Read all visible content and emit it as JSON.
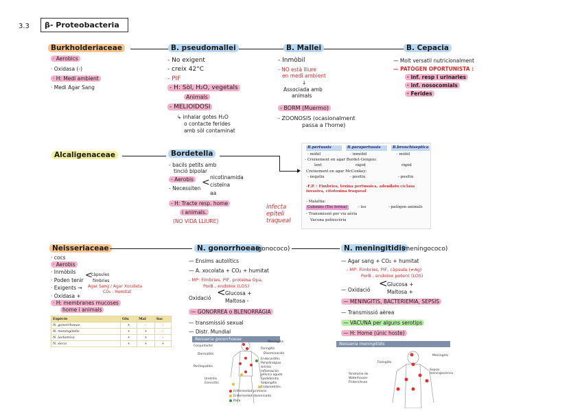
{
  "section_number": "3.3",
  "section_title": "β- Proteobacteria",
  "burk": {
    "title": "Burkholderiaceae",
    "items": [
      "· Aerobics",
      "· Oxidasa (-)",
      "· H: Medi ambient",
      "· Medi Agar Sang"
    ]
  },
  "pseudo": {
    "title": "B. pseudomallei",
    "items": [
      "- No exigent",
      "- creix 42°C",
      "- PIF",
      "- H: Sòl, H₂O, vegetals",
      "Animals",
      "- MELIOIDOSI",
      "↳ inhalar gotes H₂O",
      "o contacte ferides",
      "amb sòl contaminat"
    ]
  },
  "mallei": {
    "title": "B. Mallei",
    "items": [
      "- Inmòbil",
      "- NO està lliure",
      "en medi ambient",
      "↓",
      "Associada amb",
      "animals",
      "- BORM (Muermo)",
      "- ZOONOSIS (ocasionalment",
      "passa a l'home)"
    ]
  },
  "cepacia": {
    "title": "B. Cepacia",
    "items": [
      "— Molt versatil nutricionalment",
      "— PATÒGEN OPORTUNISTA :",
      "· inf. resp i urinaries",
      "· inf. nosocomials",
      "· Ferides"
    ]
  },
  "alcal": {
    "title": "Alcaligenaceae"
  },
  "bordetella": {
    "title": "Bordetella",
    "items": [
      "- bacils petits amb",
      "tinció bipolar",
      "- Aerobis",
      "nicotinamida",
      "- Necessiten",
      "cisteïna",
      "aa",
      "- H: Tracte resp. home",
      "i animals.",
      "(NO VIDA LLIURE)"
    ]
  },
  "infecta": "infecta epiteli traqueal",
  "bord_table": {
    "headers": [
      "B.pertussis",
      "B.parapertussis",
      "B.bronchiseptica"
    ],
    "rows": [
      [
        "- mòbil",
        "- inmòbil",
        "- mòbil"
      ],
      [
        "- Creixement en agar Bordet-Gengou:",
        "",
        ""
      ],
      [
        "lent",
        "ràpid",
        "ràpid"
      ],
      [
        "Creixement en agar McConkey:",
        "",
        ""
      ],
      [
        "- negatiu",
        "- positiu",
        "- positiu"
      ]
    ],
    "fp": "-F.P. : Fimbries, toxina pertussica, adenilato ciclasa invasiva, citotoxina traqueal",
    "malaltia": "- Malaltia:",
    "colonies": "Colonies (Tos ferina)",
    "les": "- les",
    "patogen_animals": "- patògen animals",
    "transmissio": "- Transmissió per via aèria",
    "vacuna": "Vacuna poliescèria"
  },
  "neis": {
    "title": "Neisseriaceae",
    "items": [
      "· cocs",
      "· Aerobis",
      "· Inmòbils",
      "· Poden tenir",
      "càpsules",
      "fímbries",
      "· Exigents →",
      "Agar Sang / Agar Xocolata",
      "CO₂ : Humitat",
      "· Oxidasa +",
      "· H: membranes mucoses",
      "home i animals"
    ]
  },
  "neis_table": {
    "headers": [
      "Espècie",
      "Glu",
      "Mal",
      "Sac"
    ],
    "rows": [
      [
        "N. gonorrhoeae",
        "+",
        "-",
        "-"
      ],
      [
        "N. meningitidis",
        "+",
        "+",
        "-"
      ],
      [
        "N. lactamica",
        "+",
        "+",
        "-"
      ],
      [
        "N. sicca",
        "+",
        "+",
        "+"
      ]
    ]
  },
  "gono": {
    "title": "N. gonorrhoeae",
    "subtitle": "(gonococo)",
    "items": [
      "— Ensims autolítics",
      "— A. xocolata + CO₂ + humitat",
      "- MP: Fimbries, PIF, proteïna Opa,",
      "PorB , endotox (LOS)",
      "Oxidació",
      "Glucosa +",
      "Maltosa -",
      "— GONORREA o BLENORRÀGIA",
      "— transmissió sexual",
      "— Distr. Mundial"
    ]
  },
  "mening": {
    "title": "N. meningitidis",
    "subtitle": "(meningococo)",
    "items": [
      "— Agar sang + CO₂ + humitat",
      "- MP: Fimbries, PIF, càpsula (≠Ag)",
      "PorB , endotox potent (LOS)",
      "— Oxidació",
      "Glucosa +",
      "Maltosa +",
      "— MENINGITIS, BACTERIEMIA, SEPSIS",
      "— Transmissió aèrea",
      "— VACUNA per alguns serotips",
      "— H: Home (únic hoste)"
    ]
  },
  "fig_gono": {
    "title": "Neisseria gonorrhoeae",
    "labels_left": [
      "Conjuntivitis",
      "Dermatitis",
      "Perihepatitis",
      "Uretritis",
      "Cervicitis"
    ],
    "labels_right": [
      "Meningitis",
      "Faringitis",
      "Diseminación",
      "Endocarditis",
      "Poliartralgias",
      "Artritis",
      "Inflamación pélvica aguda",
      "Epididimitis",
      "Salpingitis",
      "Endometritis"
    ],
    "legend": [
      "Enfermedad primaria",
      "Enfermedad diseminada",
      "Rara"
    ]
  },
  "fig_mening": {
    "title": "Neisseria meningitidis",
    "labels": [
      "Meningitis",
      "Faringitis",
      "Sepsis meningocócica",
      "Síndrome de Waterhouse-Friderichsen"
    ]
  },
  "colors": {
    "orange": "#f6c48e",
    "blue": "#b9d9f2",
    "pink": "#f4b3cd",
    "green": "#b8eda7",
    "red": "#d62a2a"
  }
}
